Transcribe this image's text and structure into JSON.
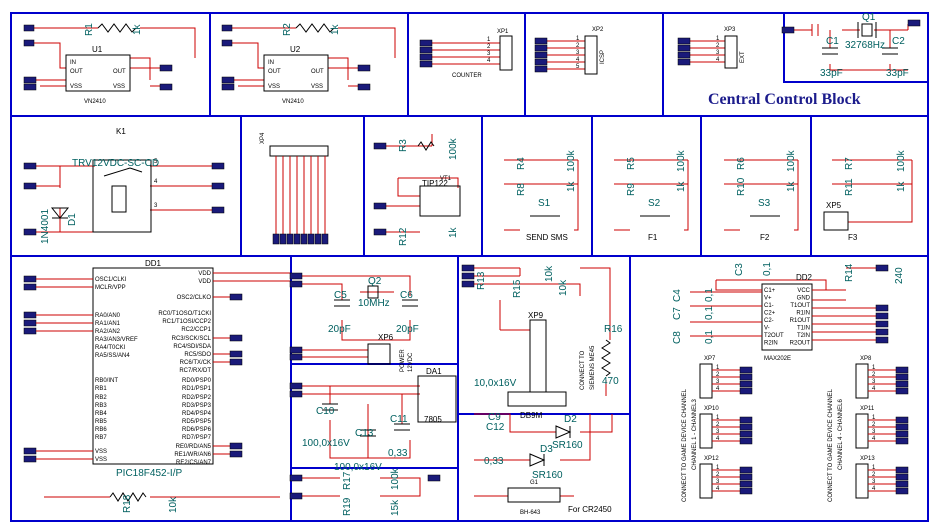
{
  "title": "Central Control Block",
  "colors": {
    "block": "#0000cc",
    "wire": "#cc0000",
    "ref": "#006060",
    "title": "#1c1c8c",
    "port": "#1a1a7a"
  },
  "u1": {
    "r1": "R1",
    "r1v": "1k",
    "ic": "U1",
    "pn": "VN2410",
    "in": "IN",
    "out": "OUT",
    "vss": "VSS"
  },
  "u2": {
    "r2": "R2",
    "r2v": "1k",
    "ic": "U2",
    "pn": "VN2410"
  },
  "xp1": {
    "ref": "XP1",
    "label": "COUNTER"
  },
  "xp2": {
    "ref": "XP2",
    "label": "ICSP"
  },
  "xp3": {
    "ref": "XP3",
    "label": "EXT"
  },
  "q1": {
    "ref": "Q1",
    "freq": "32768Hz",
    "c1": "C1",
    "c2": "C2",
    "cv": "33pF"
  },
  "k1": {
    "ref": "K1",
    "pn": "TRV12VDC-SC-CD",
    "d1": "D1",
    "d1v": "1N4001"
  },
  "xp4": {
    "ref": "XP4"
  },
  "vt1": {
    "r3": "R3",
    "r3v": "100k",
    "ref": "VT1",
    "pn": "TIP122",
    "r12": "R12",
    "r12v": "1k"
  },
  "sw": [
    {
      "ra": "R4",
      "rb": "R8",
      "v1": "100k",
      "v2": "1k",
      "s": "S1",
      "label": "SEND SMS"
    },
    {
      "ra": "R5",
      "rb": "R9",
      "v1": "100k",
      "v2": "1k",
      "s": "S2",
      "label": "F1"
    },
    {
      "ra": "R6",
      "rb": "R10",
      "v1": "100k",
      "v2": "1k",
      "s": "S3",
      "label": "F2"
    },
    {
      "ra": "R7",
      "rb": "R11",
      "v1": "100k",
      "v2": "1k",
      "s": "XP5",
      "label": "F3"
    }
  ],
  "mcu": {
    "ref": "DD1",
    "pn": "PIC18F452-I/P",
    "left": [
      "OSC1/CLKI",
      "MCLR/VPP",
      "RA0/AN0",
      "RA1/AN1",
      "RA2/AN2",
      "RA3/AN3/VREF",
      "RA4/T0CKI",
      "RA5/SS/AN4",
      "RB0/INT",
      "RB1",
      "RB2",
      "RB3",
      "RB4",
      "RB5",
      "RB6",
      "RB7",
      "VSS",
      "VSS"
    ],
    "right": [
      "VDD",
      "VDD",
      "OSC2/CLKO",
      "RC0/T1OSO/T1CKI",
      "RC1/T1OSI/CCP2",
      "RC2/CCP1",
      "RC3/SCK/SCL",
      "RC4/SDI/SDA",
      "RC5/SDO",
      "RC6/TX/CK",
      "RC7/RX/DT",
      "RD0/PSP0",
      "RD1/PSP1",
      "RD2/PSP2",
      "RD3/PSP3",
      "RD4/PSP4",
      "RD5/PSP5",
      "RD6/PSP6",
      "RD7/PSP7",
      "RE0/RD/AN5",
      "RE1/WR/AN6",
      "RE2/CS/AN7"
    ],
    "r18": "R18",
    "r18v": "10k"
  },
  "osc": {
    "q2": "Q2",
    "freq": "10MHz",
    "c5": "C5",
    "c6": "C6",
    "cv": "20pF"
  },
  "power": {
    "xp6": "XP6",
    "label1": "POWER",
    "label2": "12VDC",
    "da1": "DA1",
    "reg": "7805",
    "c10": "C10",
    "c10v": "100,0x16V",
    "c13": "C13",
    "c13v": "100,0x16V",
    "c11": "C11",
    "c11v": "0,33",
    "r17": "R17",
    "r19": "R19",
    "r17v": "100k",
    "r19v": "15k"
  },
  "db9": {
    "r13": "R13",
    "r13v": "10k",
    "r15": "R15",
    "r15v": "10k",
    "xp9": "XP9",
    "pn": "DB9M",
    "label1": "CONNECT TO",
    "label2": "SIEMENS ME45",
    "r16": "R16",
    "r16v": "470",
    "c9": "C9",
    "c9v": "10,0x16V",
    "c12": "C12",
    "c12v": "0,33",
    "d2": "D2",
    "d2v": "SR160",
    "d3": "D3",
    "d3v": "SR160",
    "g1": "G1",
    "bh": "BH-643",
    "cr": "For CR2450"
  },
  "max": {
    "c3": "C3",
    "c4": "C4",
    "c7": "C7",
    "c8": "C8",
    "cv": "0,1",
    "ref": "DD2",
    "pn": "MAX202E",
    "r14": "R14",
    "r14v": "240",
    "left": [
      "C1+",
      "V+",
      "C1-",
      "C2+",
      "C2-",
      "V-",
      "T2OUT",
      "R2IN"
    ],
    "right": [
      "VCC",
      "GND",
      "T1OUT",
      "R1IN",
      "R1OUT",
      "T1IN",
      "T2IN",
      "R2OUT"
    ]
  },
  "game": {
    "label1": "CONNECT TO GAME DEVICE CHANNEL",
    "label2": "CHANNEL 1 - CHANNEL3",
    "label3": "CHANNEL 4 - CHANNEL6",
    "xa": [
      "XP7",
      "XP10",
      "XP12"
    ],
    "xb": [
      "XP8",
      "XP11",
      "XP13"
    ]
  }
}
